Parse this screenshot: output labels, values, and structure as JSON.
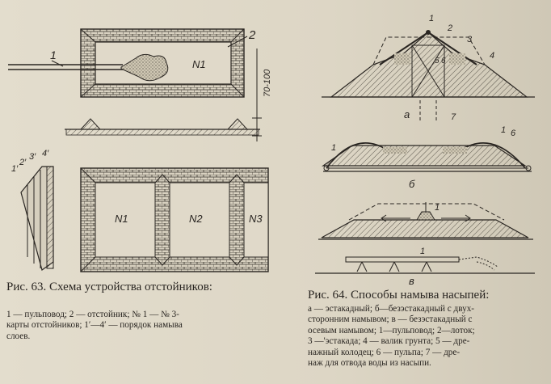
{
  "fig63": {
    "caption_prefix": "Рис. 63.",
    "caption_text": "Схема устройства отстойников:",
    "legend_lines": [
      "1 — пульповод; 2 — отстойник; № 1 — № 3-",
      "карты отстойников; 1′—4′ — порядок намыва",
      "слоев."
    ],
    "labels": {
      "pipe_number": "1",
      "settler_number": "2",
      "map_n1_top": "N1",
      "dimension": "70-100",
      "map_n1": "N1",
      "map_n2": "N2",
      "map_n3": "N3",
      "layers": [
        "1′",
        "2′",
        "3′",
        "4′"
      ]
    }
  },
  "fig64": {
    "caption_prefix": "Рис. 64.",
    "caption_text": "Способы намыва насыпей:",
    "legend_lines": [
      "а — эстакадный; б—безэстакадный с двух-",
      "сторонним намывом; в — безэстакадный с",
      "осевым намывом; 1—пульповод; 2—лоток;",
      "3 —'эстакада; 4 — валик грунта; 5 — дре-",
      "нажный колодец; 6 — пульпа; 7 — дре-",
      "наж для отвода воды из насыпи."
    ],
    "labels": {
      "a_numbers": [
        "1",
        "2",
        "3",
        "4",
        "5",
        "6"
      ],
      "a_sub": "а",
      "a_drain": "7",
      "b_left": "1",
      "b_right": "1",
      "b_right2": "6",
      "b_sub": "б",
      "c_top": "1",
      "c_pipe": "1",
      "c_sub": "в"
    }
  }
}
